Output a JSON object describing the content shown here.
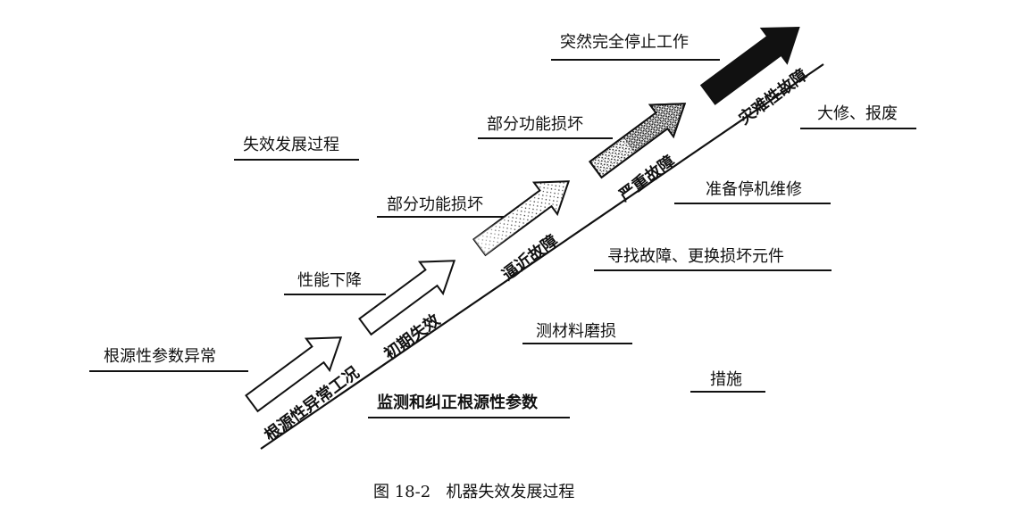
{
  "process_title": "失效发展过程",
  "left_labels": {
    "root_anomaly": "根源性参数异常",
    "performance_drop": "性能下降",
    "partial_damage_lower": "部分功能损坏",
    "partial_damage_upper": "部分功能损坏",
    "sudden_stop": "突然完全停止工作"
  },
  "stages": {
    "root_condition": "根源性异常工况",
    "initial_failure": "初期失效",
    "near_failure": "逼近故障",
    "serious_failure": "严重故障",
    "catastrophic_failure": "灾难性故障"
  },
  "measures": {
    "overhaul_scrap": "大修、报废",
    "prepare_shutdown": "准备停机维修",
    "find_fault_replace": "寻找故障、更换损坏元件",
    "measure_wear": "测材料磨损",
    "measures_label": "措施",
    "monitor_correct": "监测和纠正根源性参数"
  },
  "caption": "图 18-2   机器失效发展过程"
}
